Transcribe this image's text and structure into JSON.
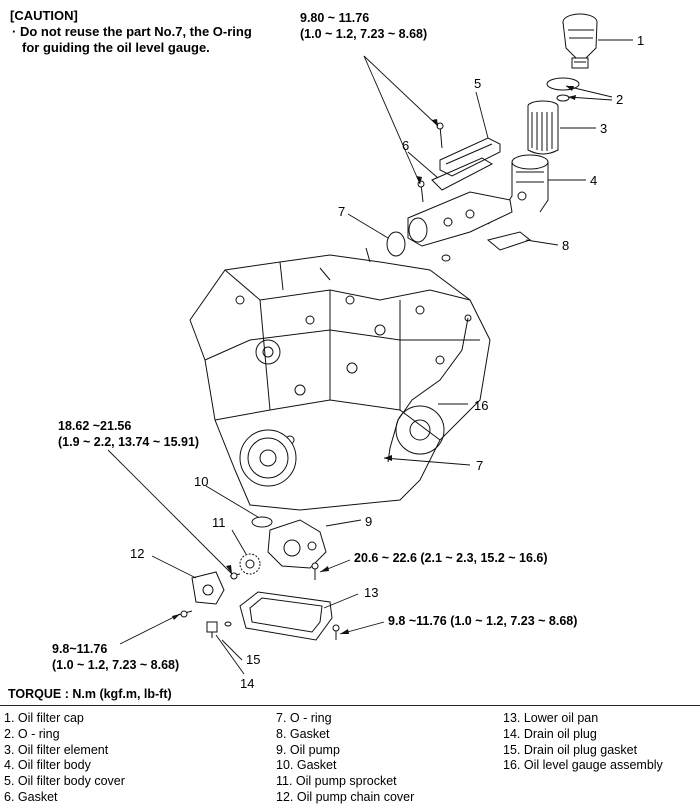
{
  "caution": {
    "title": "[CAUTION]",
    "line1": "· Do not reuse the part No.7, the O-ring",
    "line2": "for guiding the oil level gauge."
  },
  "torques": {
    "t1_line1": "9.80 ~ 11.76",
    "t1_line2": "(1.0 ~ 1.2, 7.23 ~ 8.68)",
    "t2_line1": "18.62 ~21.56",
    "t2_line2": "(1.9 ~ 2.2, 13.74 ~ 15.91)",
    "t3": "20.6 ~ 22.6 (2.1 ~ 2.3, 15.2 ~ 16.6)",
    "t4": "9.8 ~11.76 (1.0 ~ 1.2, 7.23 ~ 8.68)",
    "t5_line1": "9.8~11.76",
    "t5_line2": "(1.0 ~ 1.2, 7.23 ~ 8.68)"
  },
  "callouts": {
    "c1": "1",
    "c2": "2",
    "c3": "3",
    "c4": "4",
    "c5": "5",
    "c6": "6",
    "c7a": "7",
    "c7b": "7",
    "c8": "8",
    "c9": "9",
    "c10": "10",
    "c11": "11",
    "c12": "12",
    "c13": "13",
    "c14": "14",
    "c15": "15",
    "c16": "16"
  },
  "torque_unit_label": "TORQUE : N.m (kgf.m, lb-ft)",
  "legend": {
    "col1": [
      "1. Oil filter cap",
      "2. O - ring",
      "3. Oil filter element",
      "4. Oil filter body",
      "5. Oil filter body cover",
      "6. Gasket"
    ],
    "col2": [
      "7. O - ring",
      "8. Gasket",
      "9. Oil pump",
      "10. Gasket",
      "11. Oil pump sprocket",
      "12. Oil pump chain cover"
    ],
    "col3": [
      "13. Lower oil pan",
      "14. Drain oil plug",
      "15. Drain oil plug gasket",
      "16. Oil level gauge assembly"
    ]
  }
}
